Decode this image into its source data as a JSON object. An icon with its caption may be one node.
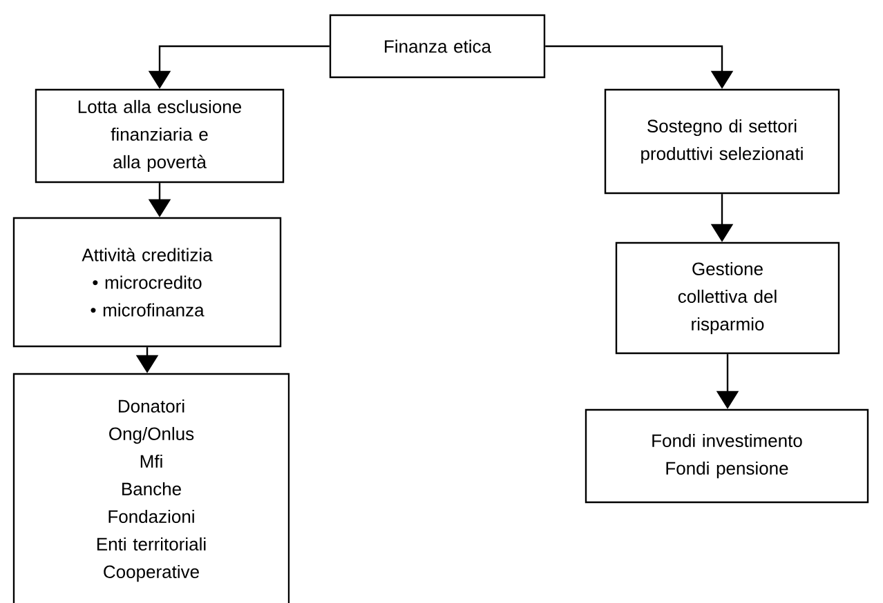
{
  "diagram": {
    "nodes": [
      {
        "text": [
          "Finanza etica"
        ]
      },
      {
        "text": [
          "Lotta alla esclusione finanziaria e alla povertà"
        ]
      },
      {
        "text": [
          "Attività creditizia",
          "• microcredito",
          "• microfinanza"
        ]
      },
      {
        "text": [
          "Donatori",
          "Ong/Onlus",
          "Mfi",
          "Banche",
          "Fondazioni",
          "Enti territoriali",
          "Cooperative"
        ]
      },
      {
        "text": [
          "Sostegno di settori produttivi selezionati"
        ]
      },
      {
        "text": [
          "Gestione collettiva del risparmio"
        ]
      },
      {
        "text": [
          "Fondi investimento",
          "Fondi pensione"
        ]
      }
    ],
    "edges": [
      {
        "from": 0,
        "to": 1,
        "arrow": "to"
      },
      {
        "from": 1,
        "to": 2,
        "arrow": "to"
      },
      {
        "from": 2,
        "to": 3,
        "arrow": "to"
      },
      {
        "from": 0,
        "to": 4,
        "arrow": "to"
      },
      {
        "from": 4,
        "to": 5,
        "arrow": "to"
      },
      {
        "from": 5,
        "to": 6,
        "arrow": "to"
      }
    ]
  }
}
